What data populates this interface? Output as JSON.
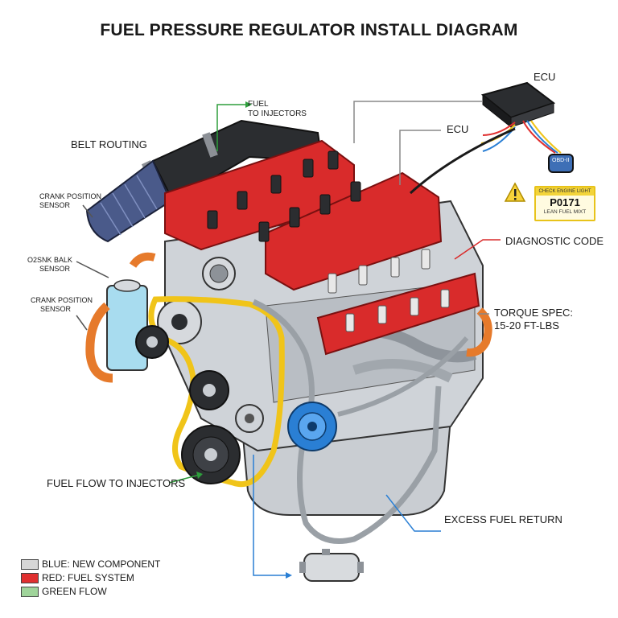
{
  "title": "FUEL PRESSURE REGULATOR INSTALL DIAGRAM",
  "labels": {
    "ecu_top": "ECU",
    "ecu_mid": "ECU",
    "fuel_to_injectors_line1": "FUEL",
    "fuel_to_injectors_line2": "TO INJECTORS",
    "belt_routing": "BELT ROUTING",
    "crank_sensor_top_line1": "CRANK POSITION",
    "crank_sensor_top_line2": "SENSOR",
    "o2_sensor_line1": "O2SNK BALK",
    "o2_sensor_line2": "SENSOR",
    "crank_sensor_low_line1": "CRANK POSITION",
    "crank_sensor_low_line2": "SENSOR",
    "diagnostic_code": "DIAGNOSTIC CODE",
    "torque_spec_line1": "TORQUE SPEC:",
    "torque_spec_line2": "15-20 FT-LBS",
    "fuel_flow_to_injectors": "FUEL FLOW TO INJECTORS",
    "excess_fuel_return": "EXCESS FUEL RETURN",
    "connector_label": "OBD-II"
  },
  "check_engine": {
    "header": "CHECK ENGINE LIGHT",
    "code": "P0171",
    "description": "LEAN FUEL MIXT"
  },
  "legend": [
    {
      "label": "BLUE: NEW COMPONENT",
      "color": "#d6d6d6"
    },
    {
      "label": "RED: FUEL SYSTEM",
      "color": "#e03030"
    },
    {
      "label": "GREEN FLOW",
      "color": "#9fd49a"
    }
  ],
  "colors": {
    "valve_cover": "#d92b2b",
    "regulator": "#2a7fd4",
    "belt": "#f0c419",
    "engine_block": "#cfd3d8",
    "leader_green": "#2e9e3c",
    "leader_blue": "#2a7fd4",
    "leader_red": "#d92b2b"
  }
}
